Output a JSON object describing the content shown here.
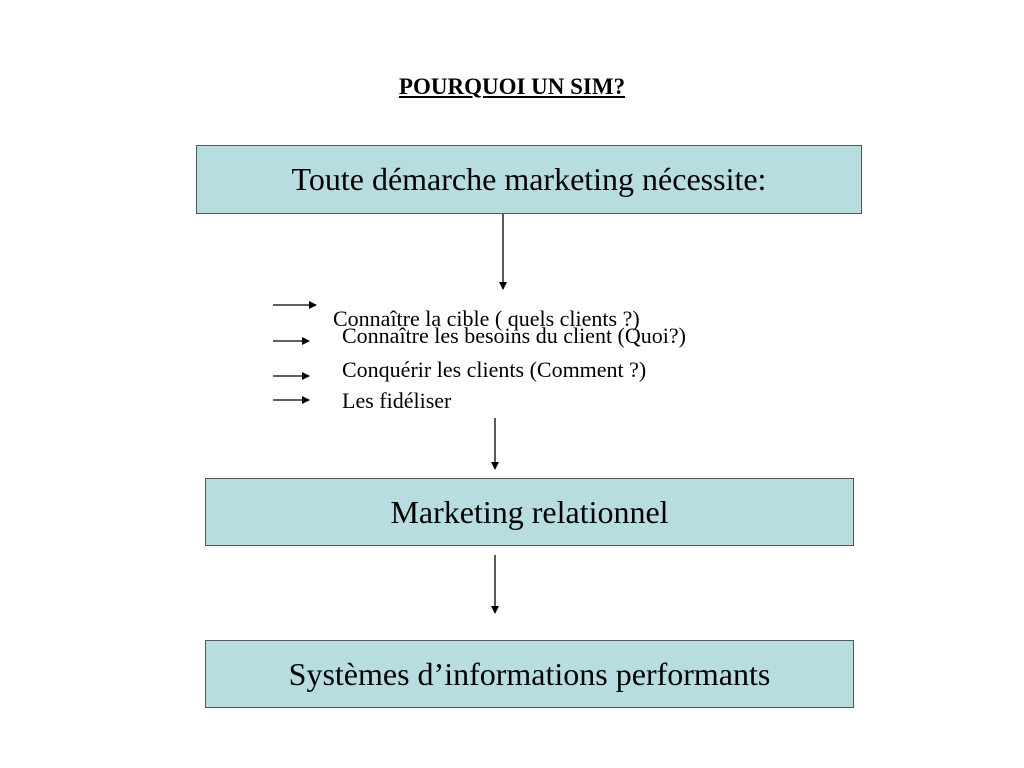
{
  "title": "POURQUOI UN SIM?",
  "boxes": {
    "top": "Toute démarche marketing nécessite:",
    "middle": "Marketing relationnel",
    "bottom": "Systèmes d’informations performants"
  },
  "items": [
    "Connaître la cible ( quels clients ?)",
    "Connaître les besoins du client (Quoi?)",
    "Conquérir les clients (Comment ?)",
    "Les fidéliser"
  ],
  "colors": {
    "box_fill": "#b8dde0",
    "box_border": "#555555",
    "text": "#000000"
  }
}
